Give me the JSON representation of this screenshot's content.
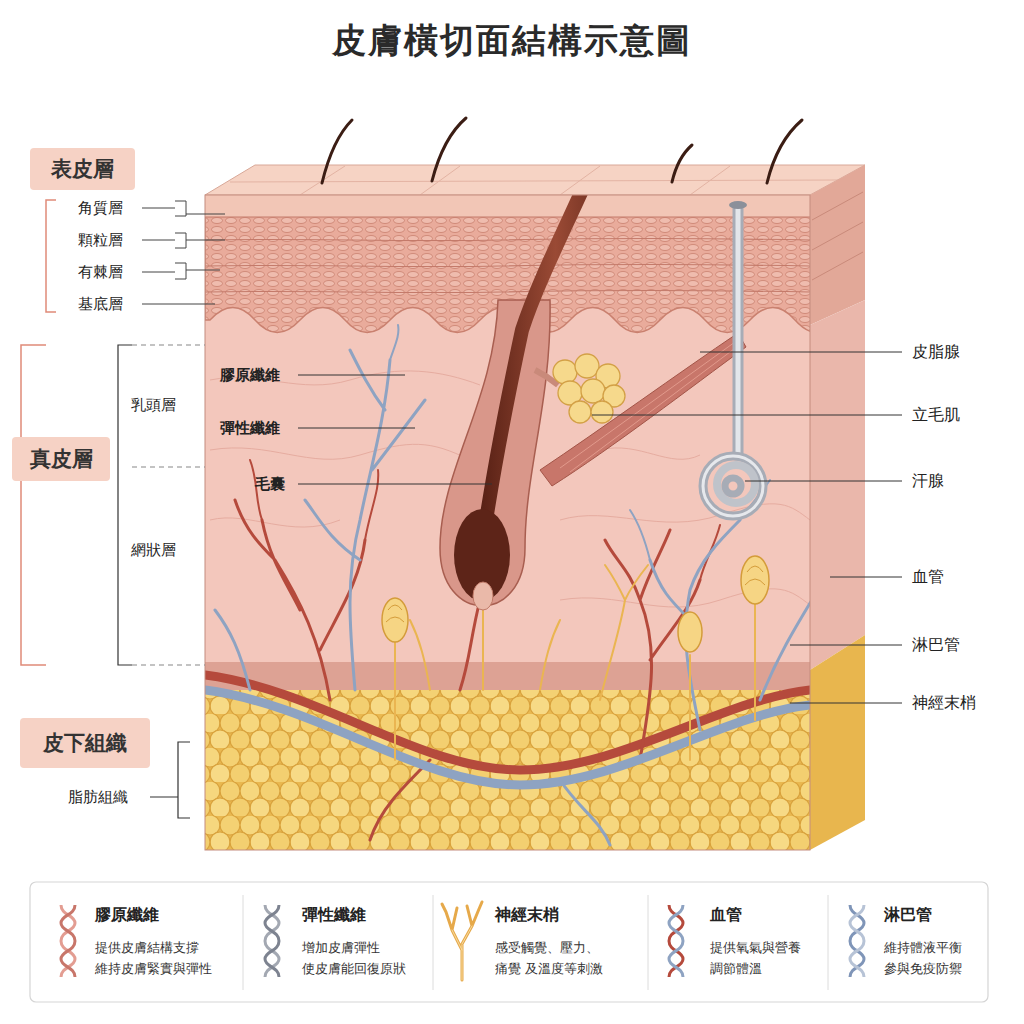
{
  "diagram": {
    "title": "皮膚橫切面結構示意圖",
    "nodes": [
      {
        "text": [
          "表皮層"
        ]
      },
      {
        "text": [
          "真皮層"
        ]
      },
      {
        "text": [
          "皮下組織"
        ]
      }
    ],
    "labels": [
      "角質層",
      "顆粒層",
      "有棘層",
      "基底層",
      "乳頭層",
      "網狀層",
      "脂肪組織",
      "膠原纖維",
      "彈性纖維",
      "毛囊",
      "皮脂腺",
      "立毛肌",
      "汗腺",
      "血管",
      "淋巴管",
      "神經末梢",
      "提供皮膚結構支撐 維持皮膚緊實與彈性",
      "增加皮膚彈性 使皮膚能回復原狀",
      "感受觸覺、壓力、痛覺 及溫度等刺激",
      "提供氧氣與營養 調節體溫",
      "維持體液平衡 參與免疫防禦"
    ],
    "legend": [
      {
        "text": "膠原纖維"
      },
      {
        "text": "彈性纖維"
      },
      {
        "text": "神經末梢"
      },
      {
        "text": "血管"
      },
      {
        "text": "淋巴管"
      }
    ]
  }
}
